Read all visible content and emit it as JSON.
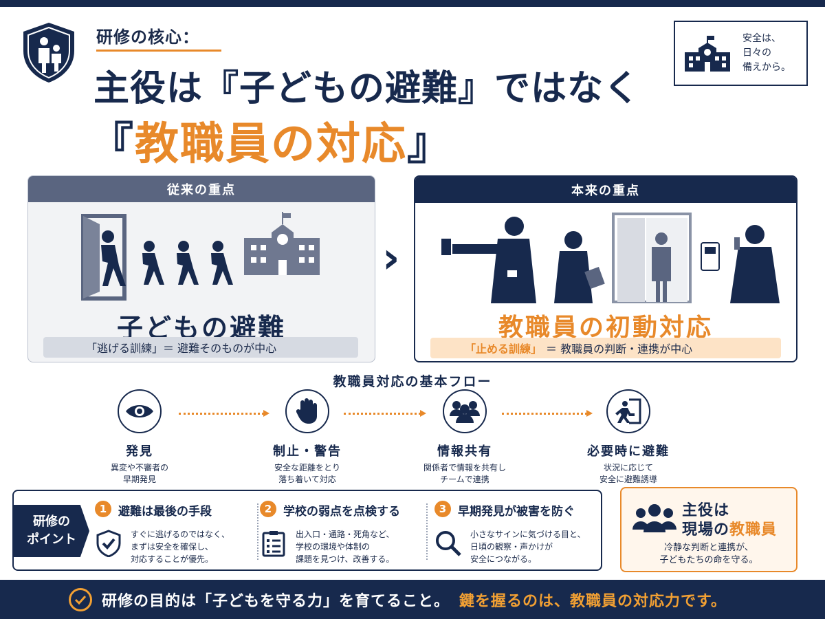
{
  "header": {
    "subtitle": "研修の核心：",
    "title_line1": "主役は『子どもの避難』ではなく",
    "title_line2_open": "『",
    "title_line2_main": "教職員の対応",
    "title_line2_close": "』",
    "safety_line1": "安全は、",
    "safety_line2": "日々の",
    "safety_line3": "備えから。"
  },
  "left_panel": {
    "heading": "従来の重点",
    "big_text": "子どもの避難",
    "note": "「逃げる訓練」＝ 避難そのものが中心"
  },
  "right_panel": {
    "heading": "本来の重点",
    "big_text": "教職員の初動対応",
    "note_highlight": "「止める訓練」",
    "note_rest": "＝ 教職員の判断・連携が中心"
  },
  "flow": {
    "title": "教職員対応の基本フロー",
    "steps": [
      {
        "icon": "eye-icon",
        "title": "発見",
        "desc1": "異変や不審者の",
        "desc2": "早期発見"
      },
      {
        "icon": "hand-stop-icon",
        "title": "制止・警告",
        "desc1": "安全な距離をとり",
        "desc2": "落ち着いて対応"
      },
      {
        "icon": "group-share-icon",
        "title": "情報共有",
        "desc1": "関係者で情報を共有し",
        "desc2": "チームで連携"
      },
      {
        "icon": "exit-door-icon",
        "title": "必要時に避難",
        "desc1": "状況に応じて",
        "desc2": "安全に避難誘導"
      }
    ]
  },
  "points": {
    "tag_line1": "研修の",
    "tag_line2": "ポイント",
    "items": [
      {
        "num": "1",
        "icon": "shield-check-icon",
        "title": "避難は最後の手段",
        "body1": "すぐに逃げるのではなく、",
        "body2": "まずは安全を確保し、",
        "body3": "対応することが優先。"
      },
      {
        "num": "2",
        "icon": "checklist-icon",
        "title": "学校の弱点を点検する",
        "body1": "出入口・通路・死角など、",
        "body2": "学校の環境や体制の",
        "body3": "課題を見つけ、改善する。"
      },
      {
        "num": "3",
        "icon": "magnifier-icon",
        "title": "早期発見が被害を防ぐ",
        "body1": "小さなサインに気づける目と、",
        "body2": "日頃の観察・声かけが",
        "body3": "安全につながる。"
      }
    ]
  },
  "main_role": {
    "line1": "主役は",
    "line2_prefix": "現場の",
    "line2_highlight": "教職員",
    "desc1": "冷静な判断と連携が、",
    "desc2": "子どもたちの命を守る。"
  },
  "footer": {
    "text1": "研修の目的は「子どもを守る力」を育てること。",
    "text2": "鍵を握るのは、教職員の対応力です。"
  },
  "colors": {
    "navy": "#17294d",
    "orange": "#e8892a"
  }
}
